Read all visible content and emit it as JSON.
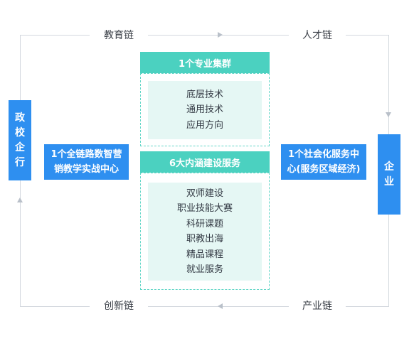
{
  "chains": {
    "top_left": "教育链",
    "top_right": "人才链",
    "bottom_left": "创新链",
    "bottom_right": "产业链"
  },
  "side_boxes": {
    "left": "政\n校\n企\n行",
    "right": "企\n业"
  },
  "left_center_box": "1个全链路数智营\n销教学实战中心",
  "right_center_box": "1个社会化服务中\n心(服务区域经济)",
  "cluster": {
    "title": "1个专业集群",
    "items": [
      "底层技术",
      "通用技术",
      "应用方向"
    ]
  },
  "services": {
    "title": "6大内涵建设服务",
    "items": [
      "双师建设",
      "职业技能大赛",
      "科研课题",
      "职教出海",
      "精品课程",
      "就业服务"
    ]
  },
  "colors": {
    "blue": "#2e8ff0",
    "teal": "#4bd1c0",
    "light_teal": "#e5f7f4",
    "line": "#d3d8de"
  }
}
